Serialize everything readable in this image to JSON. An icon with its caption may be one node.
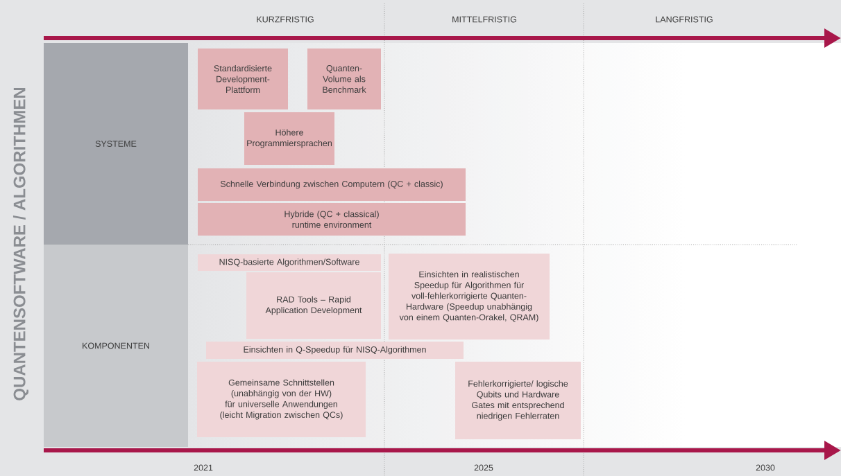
{
  "diagram": {
    "title": "QUANTENSOFTWARE / ALGORITHMEN",
    "nodes": [
      {
        "text": [
          "SYSTEME"
        ]
      },
      {
        "text": [
          "KOMPONENTEN"
        ]
      },
      {
        "text": [
          "Standardisierte Development-Plattform"
        ]
      },
      {
        "text": [
          "Quanten-Volume als Benchmark"
        ]
      },
      {
        "text": [
          "Höhere Programmiersprachen"
        ]
      },
      {
        "text": [
          "Schnelle Verbindung zwischen Computern (QC + classic)"
        ]
      },
      {
        "text": [
          "Hybride (QC + classical) runtime environment"
        ]
      },
      {
        "text": [
          "NISQ-basierte Algorithmen/Software"
        ]
      },
      {
        "text": [
          "RAD Tools – Rapid Application Development"
        ]
      },
      {
        "text": [
          "Einsichten in realistischen Speedup für Algorithmen für voll-fehlerkorrigierte Quanten-Hardware (Speedup unabhängig von einem Quanten-Orakel, QRAM)"
        ]
      },
      {
        "text": [
          "Einsichten in Q-Speedup für NISQ-Algorithmen"
        ]
      },
      {
        "text": [
          "Gemeinsame Schnittstellen (unabhängig von der HW) für universelle Anwendungen (leicht Migration zwischen QCs)"
        ]
      },
      {
        "text": [
          "Fehlerkorrigierte/ logische Qubits und Hardware Gates mit entsprechend niedrigen Fehlerraten"
        ]
      }
    ],
    "labels": [
      "KURZFRISTIG",
      "MITTELFRISTIG",
      "LANGFRISTIG",
      "2021",
      "2025",
      "2030"
    ]
  }
}
